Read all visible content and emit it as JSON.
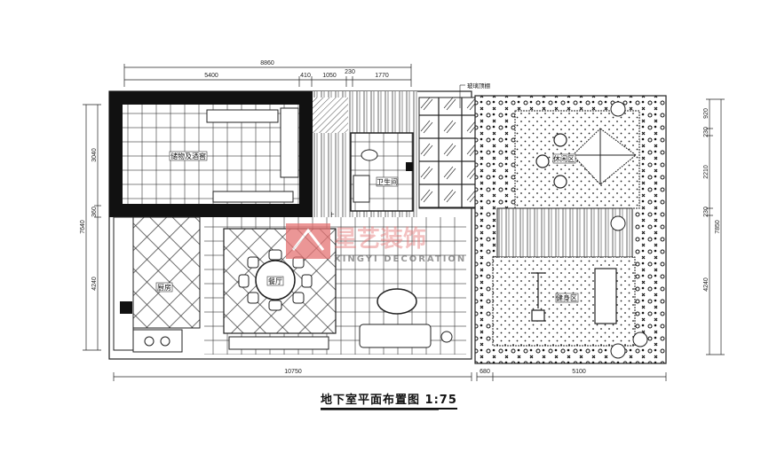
{
  "title": "地下室平面布置图 1:75",
  "watermark": {
    "cn": "星艺装饰",
    "en": "XINGYI DECORATION",
    "color": "#e57373"
  },
  "rooms": {
    "storage": "储物及酒窖",
    "bathroom": "卫生间",
    "kitchen": "厨房",
    "dining": "餐厅",
    "leisure": "休闲区",
    "gym": "健身区"
  },
  "annotations": {
    "glass_roof": "玻璃顶棚",
    "up": "上"
  },
  "dimensions": {
    "top_total": "8860",
    "top": [
      "5400",
      "410",
      "1050",
      "230",
      "1770"
    ],
    "bottom": [
      "10750",
      "680",
      "5100"
    ],
    "left_total": "7640",
    "left": [
      "3040",
      "360",
      "4240"
    ],
    "right_total": "7850",
    "right": [
      "920",
      "230",
      "2210",
      "230",
      "4240"
    ]
  }
}
